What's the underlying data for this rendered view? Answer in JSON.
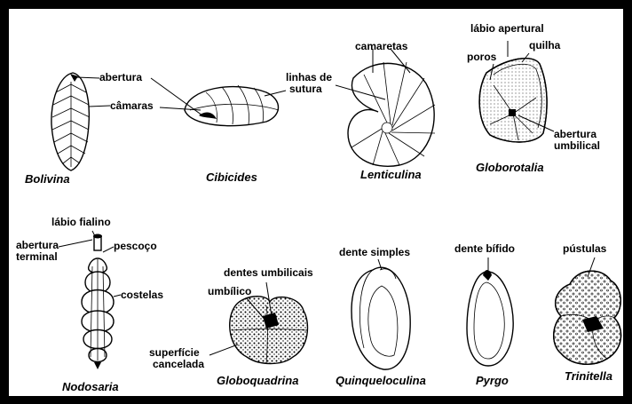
{
  "labels": {
    "abertura": "abertura",
    "camaras": "câmaras",
    "linhas_de": "linhas de",
    "sutura": "sutura",
    "camaretas": "camaretas",
    "labio_apertural": "lábio apertural",
    "quilha": "quilha",
    "poros": "poros",
    "abertura_umb_1": "abertura",
    "abertura_umb_2": "umbilical",
    "labio_fialino": "lábio fialino",
    "abertura_term_1": "abertura",
    "abertura_term_2": "terminal",
    "pescoco": "pescoço",
    "costelas": "costelas",
    "dentes_umbilicais": "dentes umbilicais",
    "umbilico": "umbílico",
    "superficie": "superfície",
    "cancelada": "cancelada",
    "dente_simples": "dente simples",
    "dente_bifido": "dente bífido",
    "pustulas": "pústulas"
  },
  "names": {
    "bolivina": "Bolivina",
    "cibicides": "Cibicides",
    "lenticulina": "Lenticulina",
    "globorotalia": "Globorotalia",
    "nodosaria": "Nodosaria",
    "globoquadrina": "Globoquadrina",
    "quinqueloculina": "Quinqueloculina",
    "pyrgo": "Pyrgo",
    "trinitella": "Trinitella"
  }
}
